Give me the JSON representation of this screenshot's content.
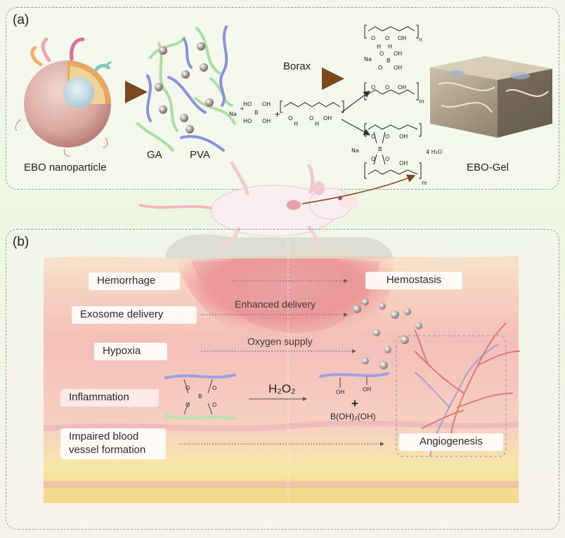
{
  "panel_a": {
    "label": "(a)",
    "nanoparticle_label": "EBO nanoparticle",
    "ga_label": "GA",
    "pva_label": "PVA",
    "borax_label": "Borax",
    "gel_label": "EBO-Gel",
    "chem": {
      "na": "Na",
      "plus": "+",
      "ho_top": "HO",
      "oh_top": "OH",
      "b": "B",
      "ho_bot": "HO",
      "oh_bot": "OH",
      "oh": "OH",
      "o": "O",
      "h": "H",
      "n": "n",
      "m": "m",
      "water": "4 H₂O"
    }
  },
  "panel_b": {
    "label": "(b)",
    "left_labels": [
      "Hemorrhage",
      "Exosome delivery",
      "Hypoxia",
      "Inflammation",
      "Impaired blood vessel formation"
    ],
    "arrow_texts": [
      "Enhanced delivery",
      "Oxygen supply"
    ],
    "hemostasis_label": "Hemostasis",
    "angiogenesis_label": "Angiogenesis",
    "h2o2_label": "H₂O₂",
    "product_oh": "OH",
    "product_plus": "+",
    "product_boron": "B(OH)₂(OH)",
    "crosslink_o": "O",
    "crosslink_b": "B"
  },
  "colors": {
    "pva": "#8a92e0",
    "ga": "#a8e0a0",
    "skin_top": "#f5d3b0",
    "dermis": "#f4b9b0",
    "fat": "#f7d86a",
    "wound": "#e98a8a"
  }
}
